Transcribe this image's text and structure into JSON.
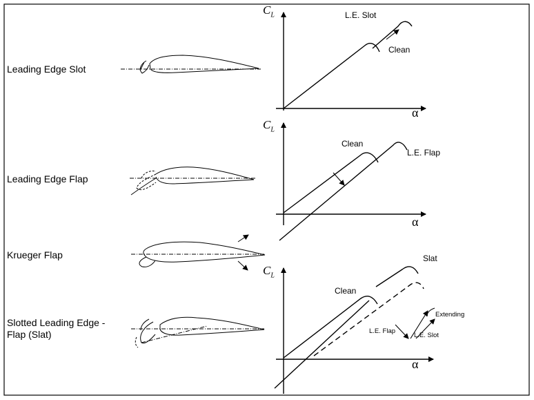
{
  "device_labels": {
    "slot": "Leading Edge Slot",
    "flap": "Leading Edge Flap",
    "krueger": "Krueger Flap",
    "slat": "Slotted Leading Edge - Flap (Slat)"
  },
  "axes": {
    "y_symbol": "C",
    "y_subscript": "L",
    "x_symbol": "α"
  },
  "graph1": {
    "upper_curve": "L.E. Slot",
    "lower_curve": "Clean"
  },
  "graph2": {
    "left_curve": "Clean",
    "right_curve": "L.E. Flap"
  },
  "graph3": {
    "upper_curve": "Slat",
    "left_curve": "Clean",
    "legend_extending": "Extending",
    "legend_flap": "L.E. Flap",
    "legend_slot": "L.E. Slot"
  },
  "colors": {
    "line": "#000000",
    "background": "#ffffff",
    "border": "#000000"
  }
}
